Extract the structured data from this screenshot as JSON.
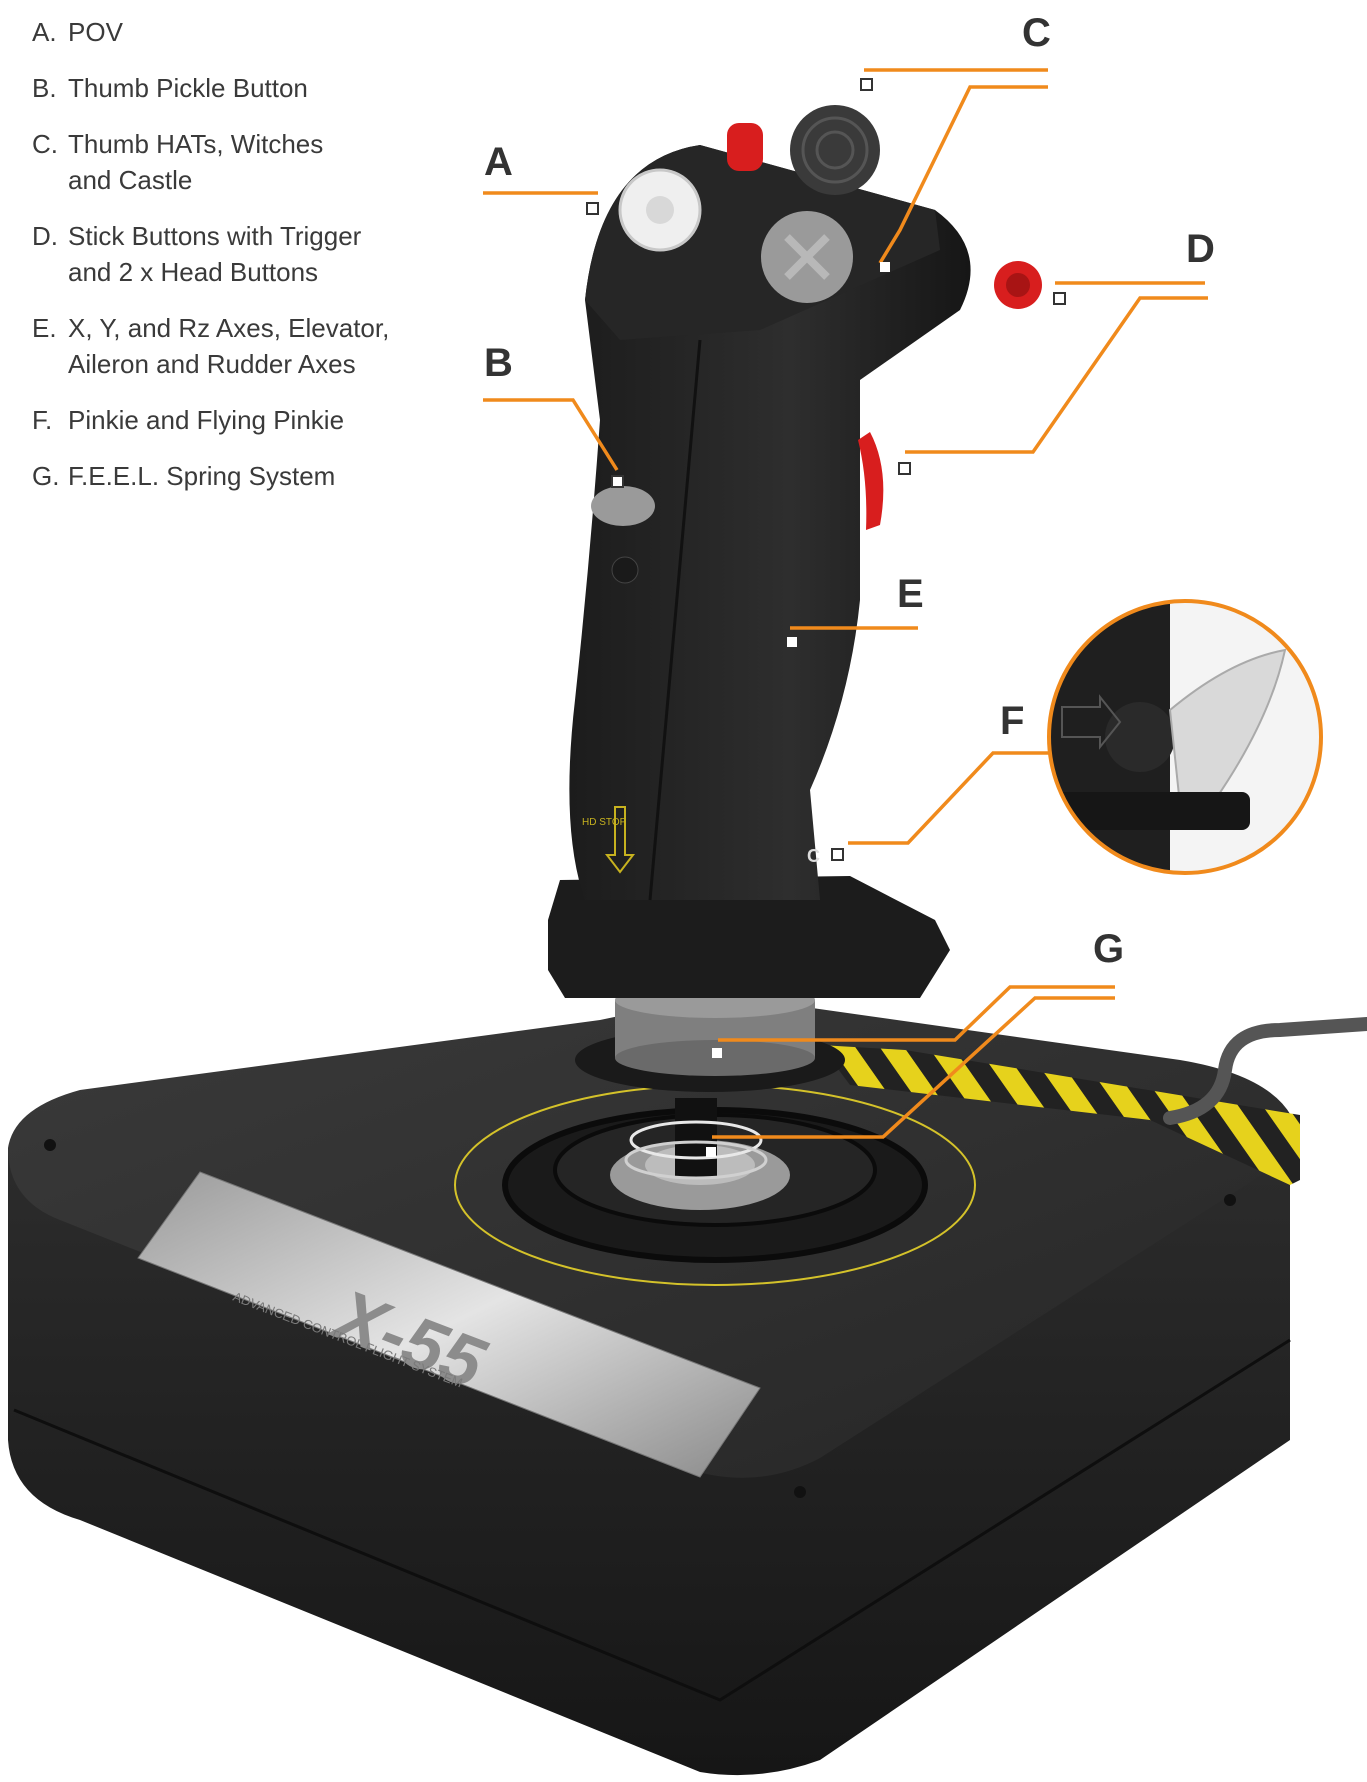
{
  "legend": [
    {
      "key": "A.",
      "text": "POV"
    },
    {
      "key": "B.",
      "text": "Thumb Pickle Button"
    },
    {
      "key": "C.",
      "text": "Thumb HATs, Witches\nand Castle"
    },
    {
      "key": "D.",
      "text": "Stick Buttons with Trigger\nand 2 x Head Buttons"
    },
    {
      "key": "E.",
      "text": "X, Y, and Rz Axes, Elevator,\nAileron and Rudder Axes"
    },
    {
      "key": "F.",
      "text": "Pinkie and Flying Pinkie"
    },
    {
      "key": "G.",
      "text": "F.E.E.L. Spring System"
    }
  ],
  "callouts": {
    "a": "A",
    "b": "B",
    "c": "C",
    "d": "D",
    "e": "E",
    "f": "F",
    "g": "G"
  },
  "device": {
    "product_plate": "X-55",
    "plate_subtitle": "ADVANCED CONTROL FLIGHT SYSTEM",
    "trigger_label": "HD STOP",
    "pinkie_glyph": "C"
  },
  "colors": {
    "leader": "#f08a1c",
    "body": "#2a2a2a",
    "accent_red": "#d81e1e",
    "hazard_yellow": "#e6d21c"
  }
}
